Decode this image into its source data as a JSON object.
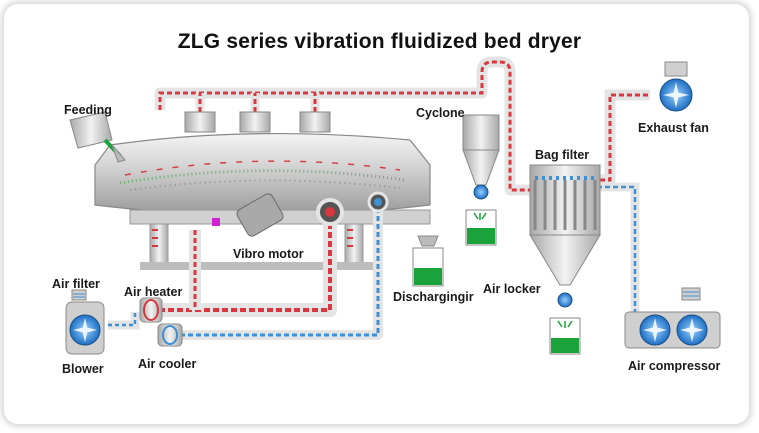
{
  "title": "ZLG series vibration fluidized bed dryer",
  "labels": {
    "feeding": "Feeding",
    "cyclone": "Cyclone",
    "exhaust_fan": "Exhaust fan",
    "bag_filter": "Bag filter",
    "vibro_motor": "Vibro motor",
    "air_filter": "Air filter",
    "air_heater": "Air heater",
    "discharging": "Dischargingir",
    "air_locker": "Air locker",
    "blower": "Blower",
    "air_cooler": "Air cooler",
    "air_compressor": "Air compressor"
  },
  "colors": {
    "hot_air_pipe": "#d9363e",
    "cool_air_pipe": "#3d8fd6",
    "pipe_body": "#e6e6e6",
    "equipment_body": "#c9c9c9",
    "product_green": "#1aa33a",
    "fan_blue": "#2f7fd1"
  }
}
